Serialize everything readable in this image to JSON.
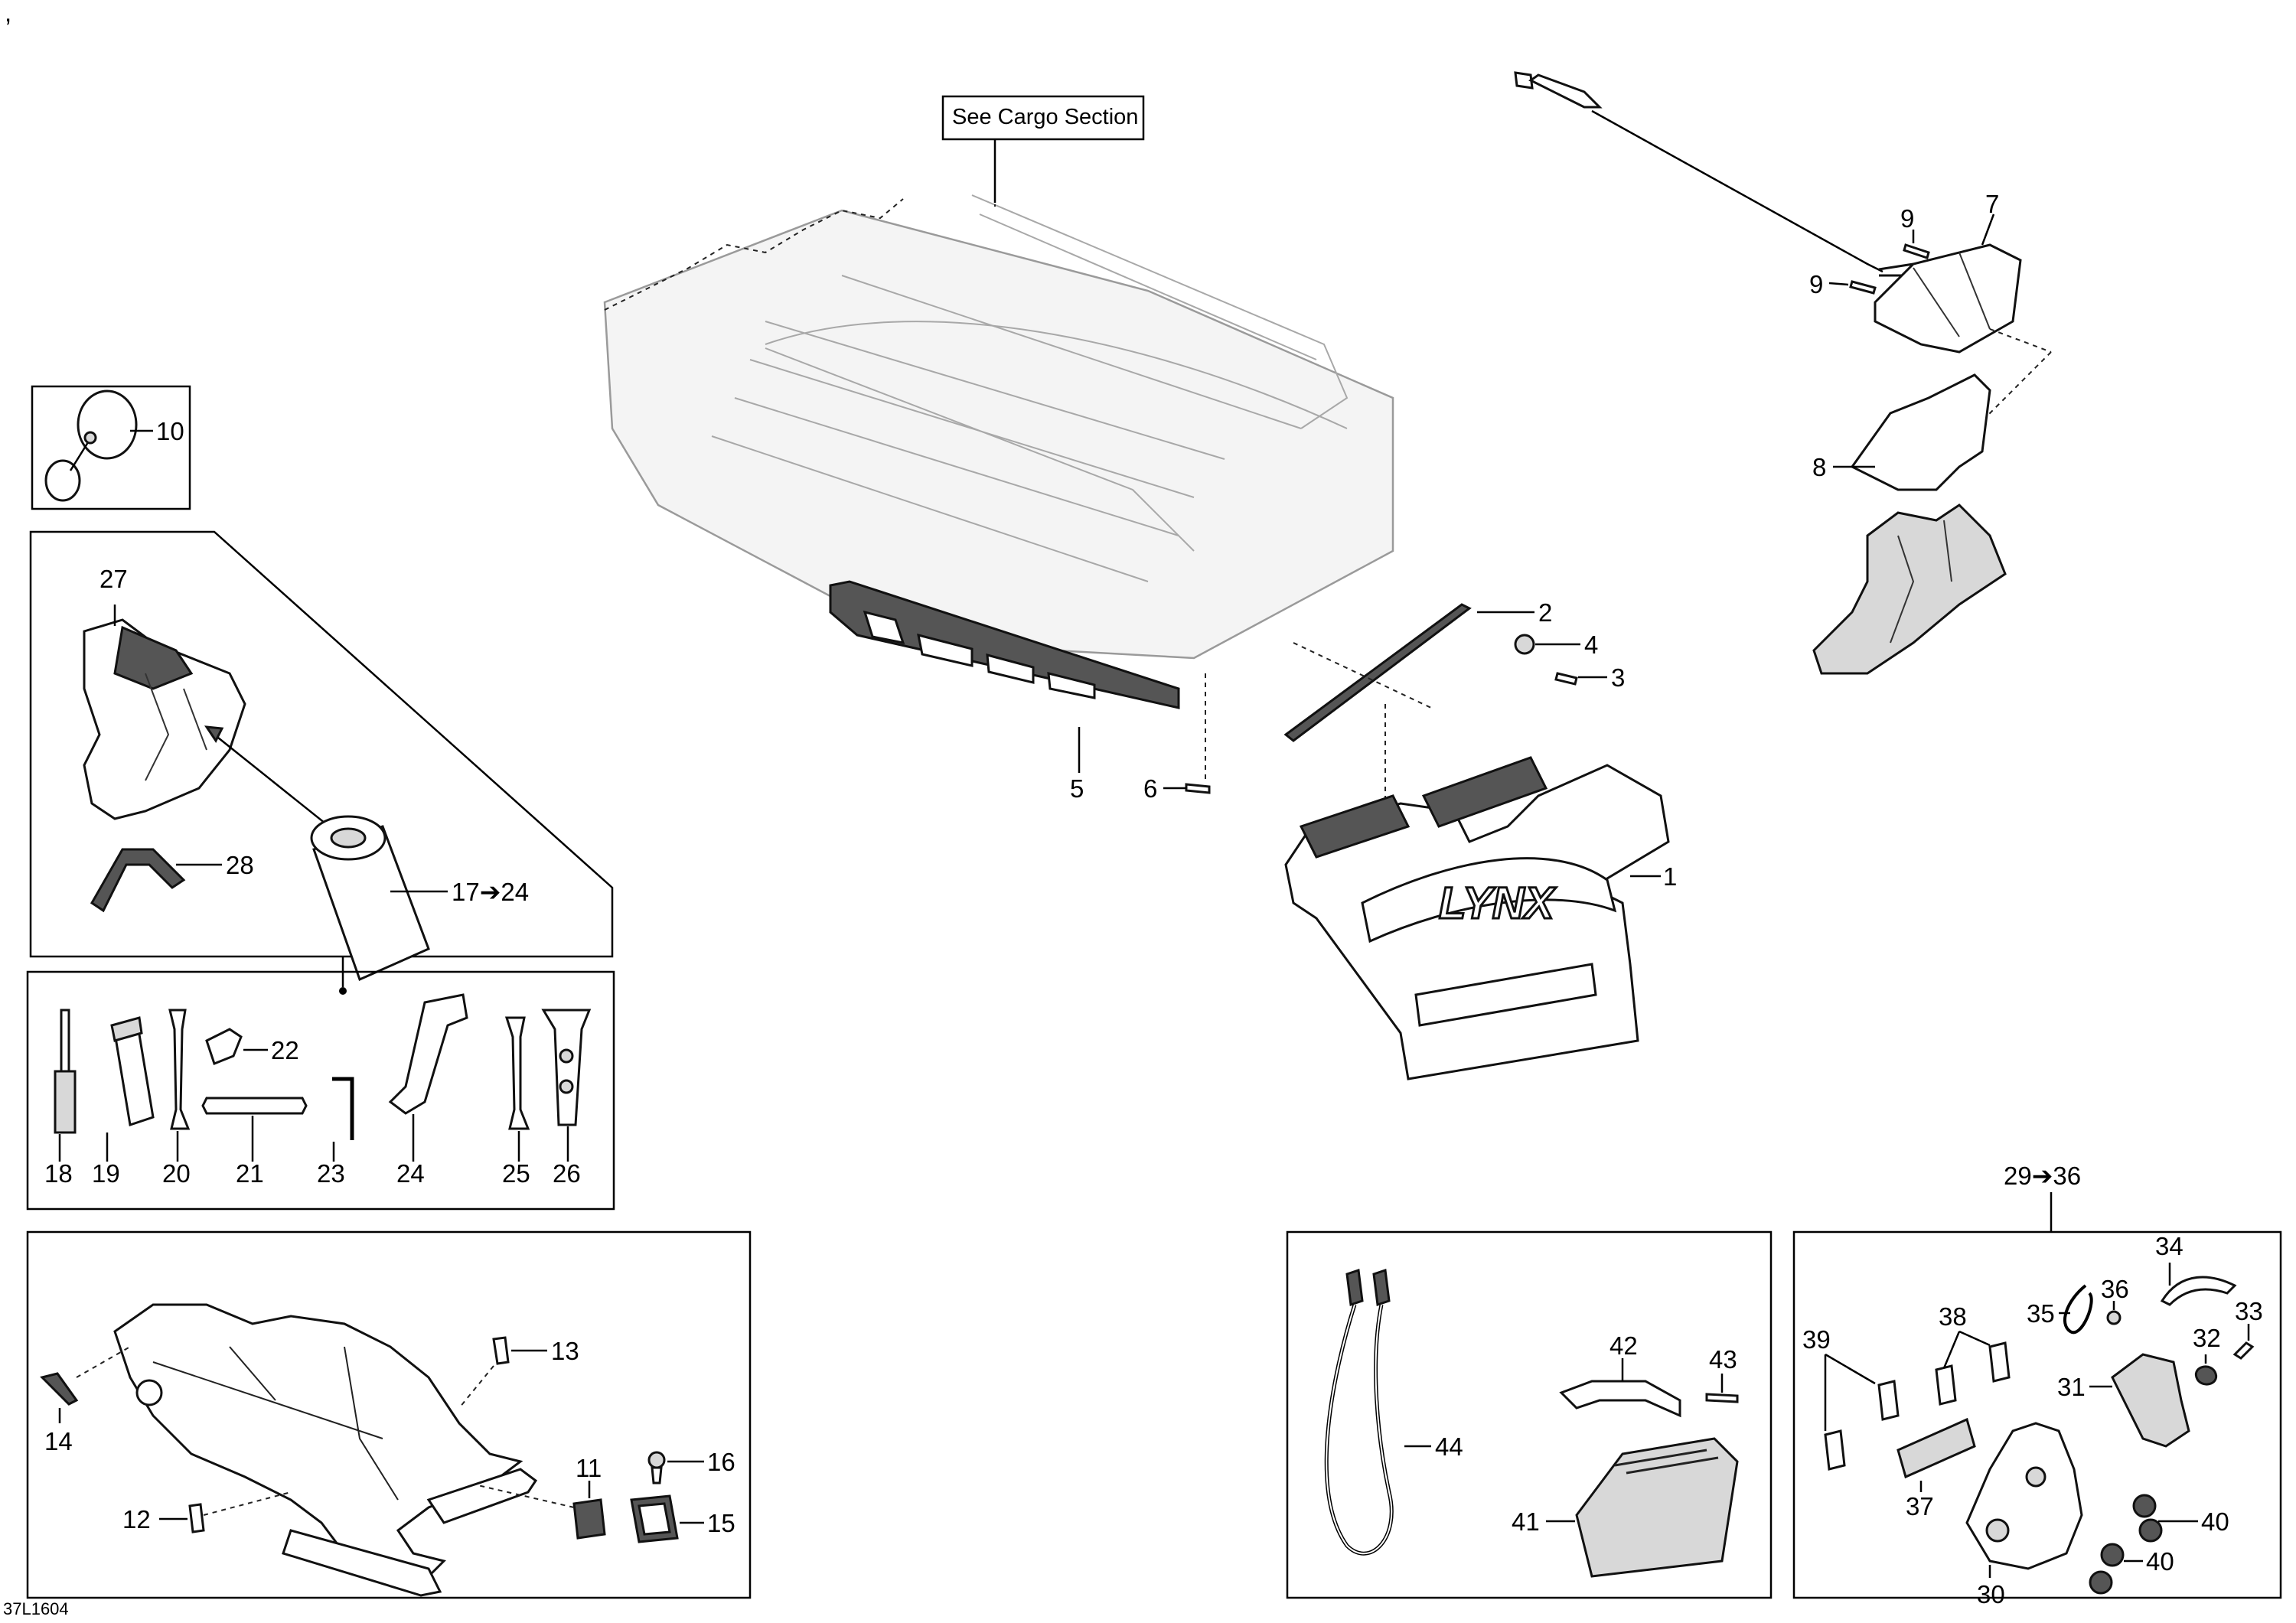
{
  "corner_mark": ",",
  "drawing_code": "37L1604",
  "cargo_note": "See Cargo Section",
  "callouts": {
    "c1": "1",
    "c2": "2",
    "c3": "3",
    "c4": "4",
    "c5": "5",
    "c6": "6",
    "c7": "7",
    "c8": "8",
    "c9a": "9",
    "c9b": "9",
    "c10": "10",
    "c11": "11",
    "c12": "12",
    "c13": "13",
    "c14": "14",
    "c15": "15",
    "c16": "16",
    "c17to24": "17➔24",
    "c18": "18",
    "c19": "19",
    "c20": "20",
    "c21": "21",
    "c22": "22",
    "c23": "23",
    "c24": "24",
    "c25": "25",
    "c26": "26",
    "c27": "27",
    "c28": "28",
    "c29to36": "29➔36",
    "c30": "30",
    "c31": "31",
    "c32": "32",
    "c33": "33",
    "c34": "34",
    "c35": "35",
    "c36": "36",
    "c37": "37",
    "c38": "38",
    "c39": "39",
    "c40a": "40",
    "c40b": "40",
    "c41": "41",
    "c42": "42",
    "c43": "43",
    "c44": "44"
  },
  "logo_text": "LYNX"
}
